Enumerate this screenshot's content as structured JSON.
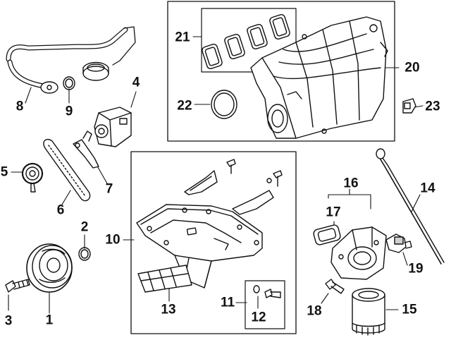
{
  "diagram": {
    "callouts": [
      "1",
      "2",
      "3",
      "4",
      "5",
      "6",
      "7",
      "8",
      "9",
      "10",
      "11",
      "12",
      "13",
      "14",
      "15",
      "16",
      "17",
      "18",
      "19",
      "20",
      "21",
      "22",
      "23"
    ],
    "colors": {
      "line": "#111111",
      "part_fill": "#ffffff",
      "shade": "#cfcfcf"
    }
  }
}
